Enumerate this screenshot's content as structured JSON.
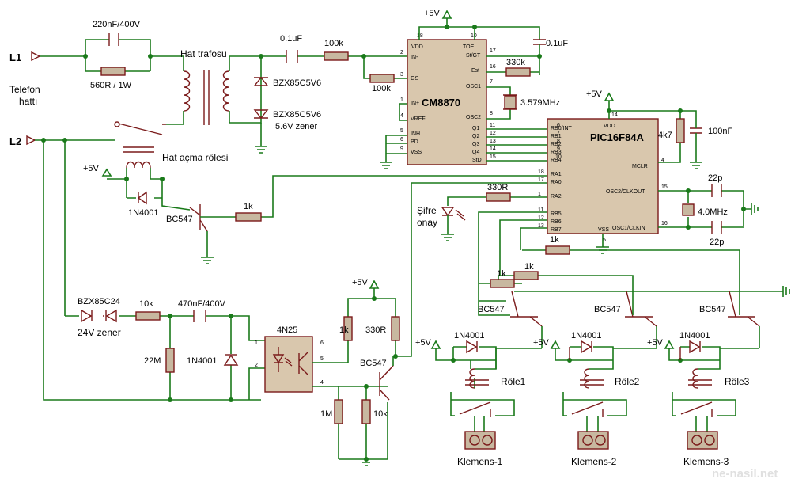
{
  "labels": {
    "l1": "L1",
    "l2": "L2",
    "telefon": "Telefon",
    "hatti": "hattı",
    "cap_220n": "220nF/400V",
    "res_560": "560R / 1W",
    "hat_trafosu": "Hat trafosu",
    "cap_01a": "0.1uF",
    "res_100k_a": "100k",
    "res_100k_b": "100k",
    "zener1": "BZX85C5V6",
    "zener2": "BZX85C5V6",
    "zener_v": "5.6V zener",
    "role_hat": "Hat açma rölesi",
    "plus5v_1": "+5V",
    "plus5v_2": "+5V",
    "plus5v_3": "+5V",
    "plus5v_4": "+5V",
    "plus5v_5": "+5V",
    "plus5v_6": "+5V",
    "plus5v_7": "+5V",
    "d_1n4001_a": "1N4001",
    "bc547_a": "BC547",
    "res_1k_a": "1k",
    "cm8870": "CM8870",
    "cap_01b": "0.1uF",
    "res_330k": "330k",
    "xtal_3579": "3.579MHz",
    "pic": "PIC16F84A",
    "res_4k7": "4k7",
    "cap_100n": "100nF",
    "cap_22p_a": "22p",
    "cap_22p_b": "22p",
    "xtal_4m": "4.0MHz",
    "res_330r_a": "330R",
    "sifre": "Şifre",
    "onay": "onay",
    "res_1k_b": "1k",
    "res_1k_c": "1k",
    "res_1k_d": "1k",
    "bc547_b": "BC547",
    "bc547_c": "BC547",
    "bc547_d": "BC547",
    "bc547_e": "BC547",
    "d_1n4001_b": "1N4001",
    "d_1n4001_c": "1N4001",
    "d_1n4001_d": "1N4001",
    "d_1n4001_e": "1N4001",
    "role1": "Röle1",
    "role2": "Röle2",
    "role3": "Röle3",
    "klemens1": "Klemens-1",
    "klemens2": "Klemens-2",
    "klemens3": "Klemens-3",
    "bzx24": "BZX85C24",
    "zener24": "24V zener",
    "res_10k_a": "10k",
    "cap_470n": "470nF/400V",
    "res_22m": "22M",
    "n4n25": "4N25",
    "res_1k_e": "1k",
    "res_330r_b": "330R",
    "res_1m": "1M",
    "res_10k_b": "10k",
    "watermark": "ne-nasil.net"
  },
  "cm8870_pins": {
    "vdd": "VDD",
    "toe": "TOE",
    "in_minus": "IN-",
    "gs": "GS",
    "in_plus": "IN+",
    "vref": "VREF",
    "inh": "INH",
    "pd": "PD",
    "vss": "VSS",
    "stgt": "St/GT",
    "est": "Est",
    "osc1": "OSC1",
    "osc2": "OSC2",
    "q1": "Q1",
    "q2": "Q2",
    "q3": "Q3",
    "q4": "Q4",
    "std": "StD"
  },
  "cm8870_nums": {
    "n18": "18",
    "n10": "10",
    "n2": "2",
    "n3": "3",
    "n1": "1",
    "n4": "4",
    "n5": "5",
    "n6": "6",
    "n9": "9",
    "n17": "17",
    "n16": "16",
    "n7": "7",
    "n8": "8",
    "n11": "11",
    "n12": "12",
    "n13": "13",
    "n14": "14",
    "n15": "15"
  },
  "pic_pins": {
    "rb0": "RB0/INT",
    "rb1": "RB1",
    "rb2": "RB2",
    "rb3": "RB3",
    "rb4": "RB4",
    "ra1": "RA1",
    "ra0": "RA0",
    "ra2": "RA2",
    "rb5": "RB5",
    "rb6": "RB6",
    "rb7": "RB7",
    "vdd": "VDD",
    "mclr": "MCLR",
    "osc2": "OSC2/CLKOUT",
    "osc1": "OSC1/CLKIN",
    "vss": "VSS"
  },
  "pic_nums": {
    "n6": "6",
    "n7": "7",
    "n8": "8",
    "n9": "9",
    "n10": "10",
    "n18": "18",
    "n17": "17",
    "n1": "1",
    "n11": "11",
    "n12": "12",
    "n13": "13",
    "n14": "14",
    "n4": "4",
    "n15": "15",
    "n16": "16",
    "n5": "5"
  },
  "opto_nums": {
    "n1": "1",
    "n2": "2",
    "n6": "6",
    "n5": "5",
    "n4": "4"
  }
}
